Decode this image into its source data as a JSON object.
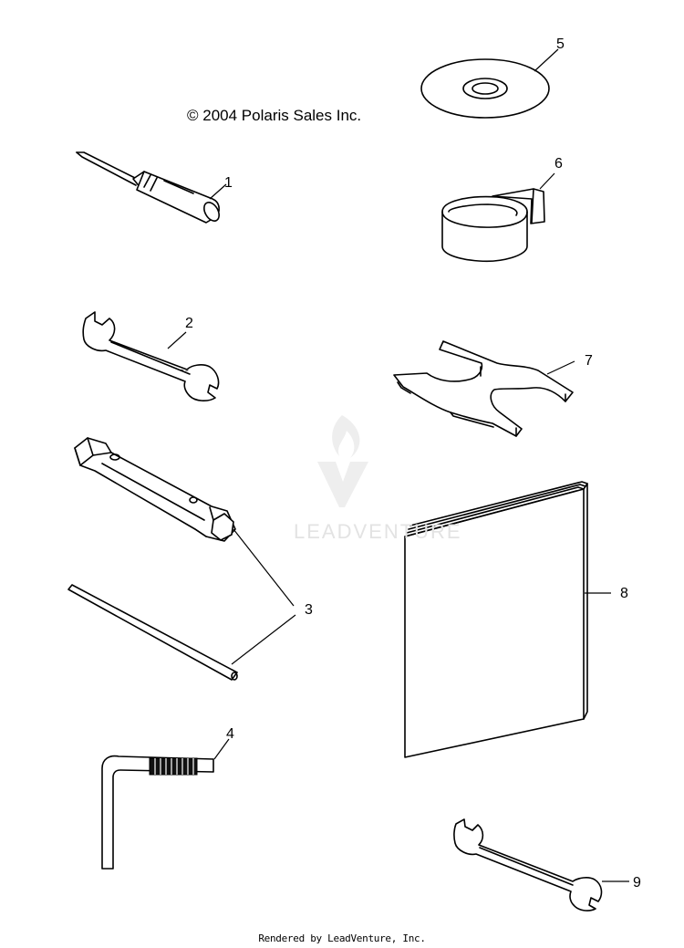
{
  "diagram": {
    "copyright": "© 2004 Polaris Sales Inc.",
    "watermark": "LEADVENTURE",
    "footer": "Rendered by LeadVenture, Inc.",
    "callouts": {
      "c1": "1",
      "c2": "2",
      "c3": "3",
      "c4": "4",
      "c5": "5",
      "c6": "6",
      "c7": "7",
      "c8": "8",
      "c9": "9"
    }
  }
}
